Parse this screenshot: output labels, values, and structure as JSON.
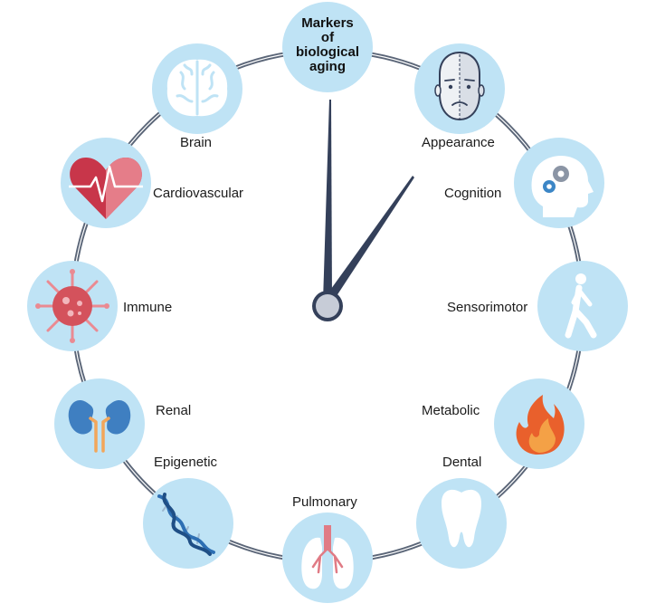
{
  "title": {
    "lines": [
      "Markers",
      "of",
      "biological",
      "aging"
    ]
  },
  "markers": [
    {
      "id": "brain",
      "label": "Brain",
      "icon": "brain-icon"
    },
    {
      "id": "appearance",
      "label": "Appearance",
      "icon": "face-icon"
    },
    {
      "id": "cardiovascular",
      "label": "Cardiovascular",
      "icon": "heart-icon"
    },
    {
      "id": "cognition",
      "label": "Cognition",
      "icon": "head-gears-icon"
    },
    {
      "id": "immune",
      "label": "Immune",
      "icon": "virus-icon"
    },
    {
      "id": "sensorimotor",
      "label": "Sensorimotor",
      "icon": "walking-person-icon"
    },
    {
      "id": "renal",
      "label": "Renal",
      "icon": "kidneys-icon"
    },
    {
      "id": "metabolic",
      "label": "Metabolic",
      "icon": "flame-icon"
    },
    {
      "id": "epigenetic",
      "label": "Epigenetic",
      "icon": "dna-icon"
    },
    {
      "id": "dental",
      "label": "Dental",
      "icon": "tooth-icon"
    },
    {
      "id": "pulmonary",
      "label": "Pulmonary",
      "icon": "lungs-icon"
    }
  ],
  "colors": {
    "circle_fill": "#bfe3f5",
    "ring": "#5b6678",
    "hands": "#34405a"
  }
}
